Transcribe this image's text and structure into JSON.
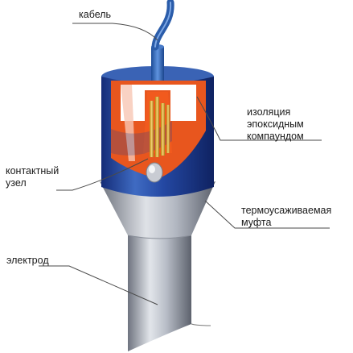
{
  "labels": {
    "cable": "кабель",
    "insulation": [
      "изоляция",
      "эпоксидным",
      "компаундом"
    ],
    "contact": [
      "контактный",
      "узел"
    ],
    "sleeve": [
      "термоусаживаемая",
      "муфта"
    ],
    "electrode": "электрод"
  },
  "colors": {
    "cable_blue": "#2c5fae",
    "housing_blue": "#1f3f93",
    "insulation_orange": "#e8561e",
    "electrode_gray": "#a9aeb8"
  }
}
